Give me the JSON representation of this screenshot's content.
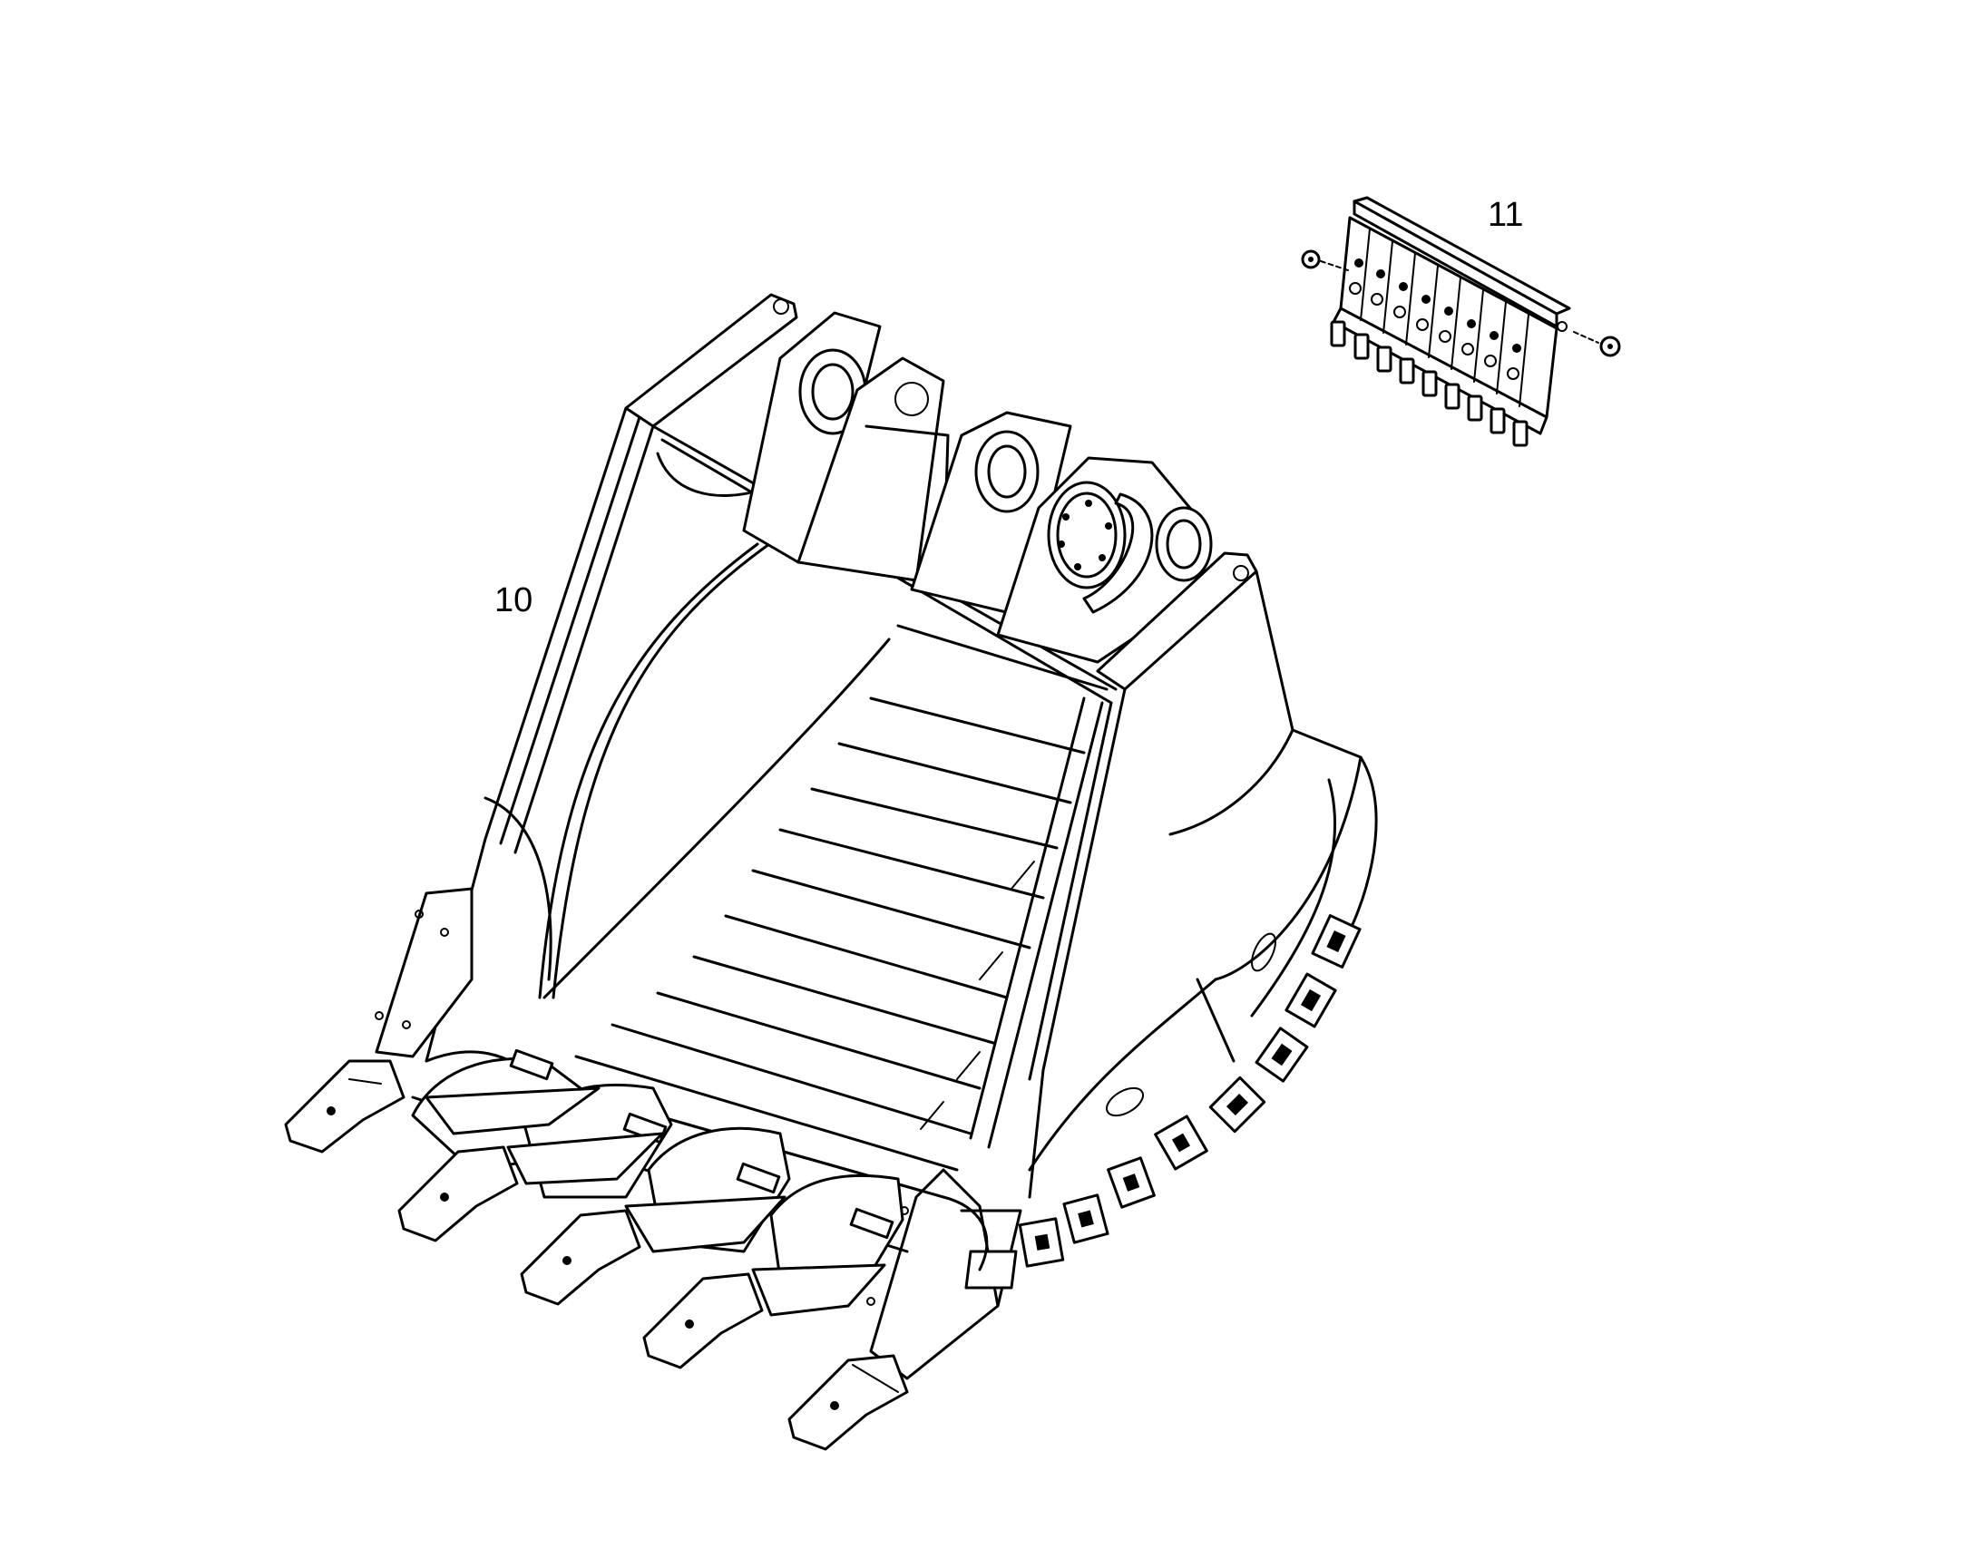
{
  "diagram": {
    "callouts": [
      {
        "id": "10",
        "label": "10"
      },
      {
        "id": "11",
        "label": "11"
      }
    ],
    "parts": [
      {
        "callout": "10",
        "icon": "excavator-bucket-icon"
      },
      {
        "callout": "11",
        "icon": "lubrication-distributor-block-icon"
      }
    ],
    "colors": {
      "line": "#000000",
      "background": "#ffffff"
    }
  }
}
